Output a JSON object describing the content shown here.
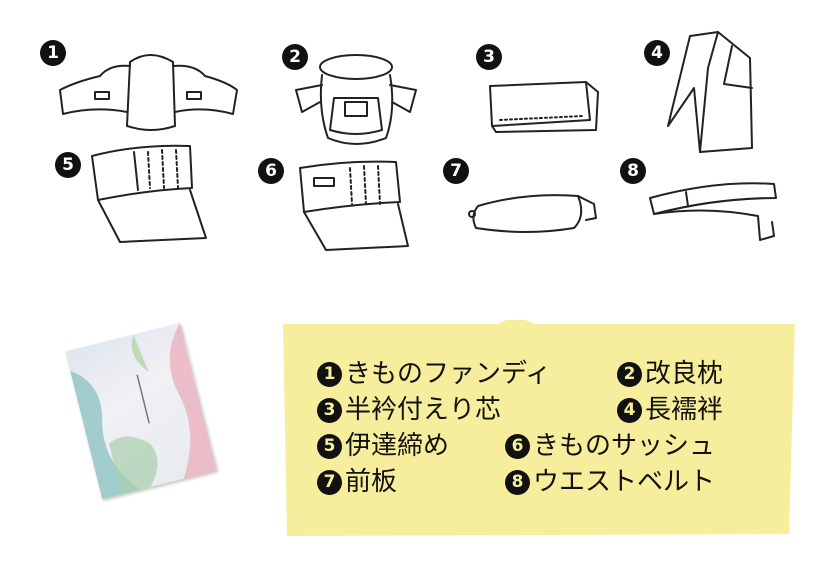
{
  "items": [
    {
      "num": "1",
      "name": "きものファンディ"
    },
    {
      "num": "2",
      "name": "改良枕"
    },
    {
      "num": "3",
      "name": "半衿付えり芯"
    },
    {
      "num": "4",
      "name": "長襦袢"
    },
    {
      "num": "5",
      "name": "伊達締め"
    },
    {
      "num": "6",
      "name": "きものサッシュ"
    },
    {
      "num": "7",
      "name": "前板"
    },
    {
      "num": "8",
      "name": "ウエストベルト"
    }
  ],
  "colors": {
    "note_background": "#f6ee9c",
    "ink": "#111111"
  }
}
